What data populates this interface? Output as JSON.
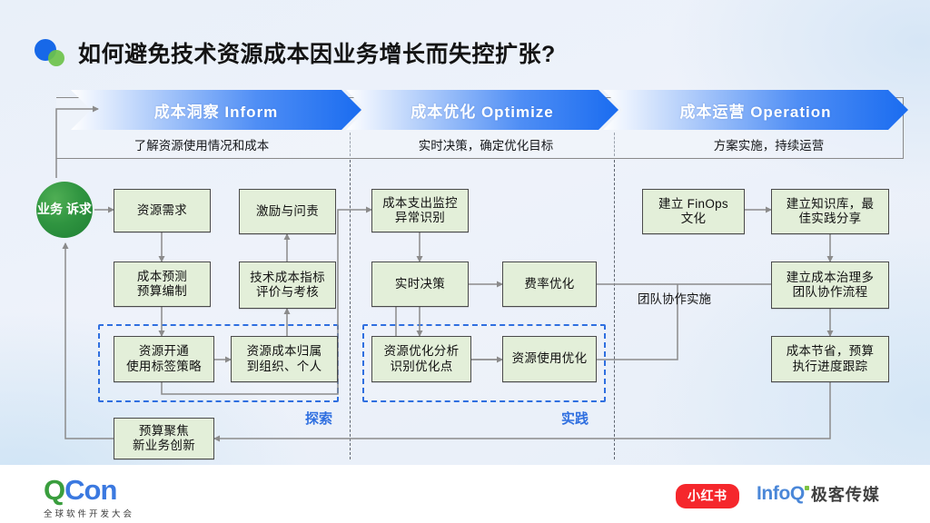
{
  "slide": {
    "title": "如何避免技术资源成本因业务增长而失控扩张?",
    "bullet_icon": "dual-circle-bullet-icon"
  },
  "colors": {
    "accent_blue": "#1a6cf0",
    "node_fill": "#e3efd9",
    "node_border": "#4a4a4a",
    "group_dash": "#2f6fe0",
    "circle_green": "#2f9440",
    "background": "#eef2f9"
  },
  "phases": [
    {
      "title": "成本洞察 Inform",
      "subtitle": "了解资源使用情况和成本"
    },
    {
      "title": "成本优化 Optimize",
      "subtitle": "实时决策，确定优化目标"
    },
    {
      "title": "成本运营 Operation",
      "subtitle": "方案实施，持续运营"
    }
  ],
  "entry_node": {
    "line1": "业务",
    "line2": "诉求"
  },
  "nodes": [
    {
      "id": "resource-demand",
      "line1": "资源需求",
      "line2": ""
    },
    {
      "id": "incentive-accountability",
      "line1": "激励与问责",
      "line2": ""
    },
    {
      "id": "cost-forecast-budget",
      "line1": "成本预测",
      "line2": "预算编制"
    },
    {
      "id": "tech-cost-metrics",
      "line1": "技术成本指标",
      "line2": "评价与考核"
    },
    {
      "id": "resource-tag-strategy",
      "line1": "资源开通",
      "line2": "使用标签策略"
    },
    {
      "id": "cost-attribution",
      "line1": "资源成本归属",
      "line2": "到组织、个人"
    },
    {
      "id": "cost-monitoring",
      "line1": "成本支出监控",
      "line2": "异常识别"
    },
    {
      "id": "realtime-decision",
      "line1": "实时决策",
      "line2": ""
    },
    {
      "id": "rate-optimization",
      "line1": "费率优化",
      "line2": ""
    },
    {
      "id": "resource-opt-analysis",
      "line1": "资源优化分析",
      "line2": "识别优化点"
    },
    {
      "id": "resource-usage-opt",
      "line1": "资源使用优化",
      "line2": ""
    },
    {
      "id": "finops-culture",
      "line1": "建立 FinOps",
      "line2": "文化"
    },
    {
      "id": "knowledge-base",
      "line1": "建立知识库，最",
      "line2": "佳实践分享"
    },
    {
      "id": "cost-governance-process",
      "line1": "建立成本治理多",
      "line2": "团队协作流程"
    },
    {
      "id": "cost-saving-tracking",
      "line1": "成本节省，预算",
      "line2": "执行进度跟踪"
    },
    {
      "id": "budget-focus-innovation",
      "line1": "预算聚焦",
      "line2": "新业务创新"
    }
  ],
  "groups": [
    {
      "id": "explore",
      "label": "探索"
    },
    {
      "id": "practice",
      "label": "实践"
    }
  ],
  "edge_labels": {
    "team_collaboration": "团队协作实施"
  },
  "footer": {
    "qcon_q": "Q",
    "qcon_con": "Con",
    "qcon_subtitle": "全球软件开发大会",
    "xiaohongshu": "小红书",
    "infoq": "InfoQ",
    "geekmedia": "极客传媒"
  }
}
